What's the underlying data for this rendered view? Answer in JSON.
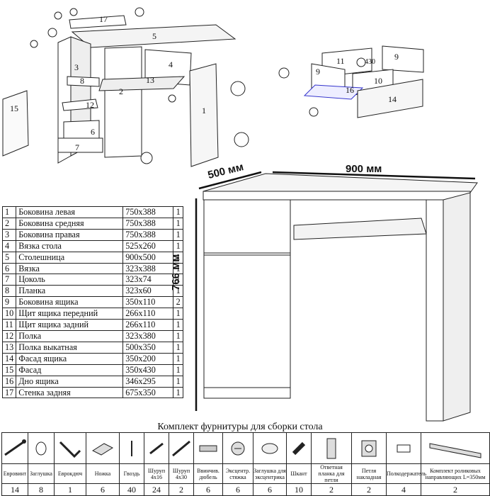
{
  "dimensions": {
    "depth": "500 мм",
    "width": "900 мм",
    "height": "766 мм"
  },
  "parts": [
    {
      "n": "1",
      "name": "Боковина левая",
      "size": "750x388",
      "qty": "1"
    },
    {
      "n": "2",
      "name": "Боковина средняя",
      "size": "750x388",
      "qty": "1"
    },
    {
      "n": "3",
      "name": "Боковина правая",
      "size": "750x388",
      "qty": "1"
    },
    {
      "n": "4",
      "name": "Вязка стола",
      "size": "525x260",
      "qty": "1"
    },
    {
      "n": "5",
      "name": "Столешница",
      "size": "900x500",
      "qty": "1"
    },
    {
      "n": "6",
      "name": "Вязка",
      "size": "323x388",
      "qty": "1"
    },
    {
      "n": "7",
      "name": "Цоколь",
      "size": "323x74",
      "qty": "1"
    },
    {
      "n": "8",
      "name": "Планка",
      "size": "323x60",
      "qty": "1"
    },
    {
      "n": "9",
      "name": "Боковина ящика",
      "size": "350x110",
      "qty": "2"
    },
    {
      "n": "10",
      "name": "Щит ящика передний",
      "size": "266x110",
      "qty": "1"
    },
    {
      "n": "11",
      "name": "Щит ящика задний",
      "size": "266x110",
      "qty": "1"
    },
    {
      "n": "12",
      "name": "Полка",
      "size": "323x380",
      "qty": "1"
    },
    {
      "n": "13",
      "name": "Полка выкатная",
      "size": "500x350",
      "qty": "1"
    },
    {
      "n": "14",
      "name": "Фасад ящика",
      "size": "350x200",
      "qty": "1"
    },
    {
      "n": "15",
      "name": "Фасад",
      "size": "350x430",
      "qty": "1"
    },
    {
      "n": "16",
      "name": "Дно ящика",
      "size": "346x295",
      "qty": "1"
    },
    {
      "n": "17",
      "name": "Стенка задняя",
      "size": "675x350",
      "qty": "1"
    }
  ],
  "labels_explode": [
    "17",
    "5",
    "3",
    "4",
    "8",
    "2",
    "13",
    "12",
    "6",
    "7",
    "15",
    "1"
  ],
  "labels_drawer": [
    "11",
    "9",
    "9",
    "10",
    "16",
    "14",
    "430"
  ],
  "kit": {
    "title": "Комплект фурнитуры для сборки стола",
    "items": [
      {
        "name": "Евровинт",
        "qty": "14",
        "icon": "eurobolt-icon"
      },
      {
        "name": "Заглушка",
        "qty": "8",
        "icon": "cap-icon"
      },
      {
        "name": "Еврокдюч",
        "qty": "1",
        "icon": "hex-key-icon"
      },
      {
        "name": "Ножка",
        "qty": "6",
        "icon": "foot-icon"
      },
      {
        "name": "Гвоздь",
        "qty": "40",
        "icon": "nail-icon"
      },
      {
        "name": "Шуруп 4x16",
        "qty": "24",
        "icon": "screw-short-icon"
      },
      {
        "name": "Шуруп 4x30",
        "qty": "2",
        "icon": "screw-long-icon"
      },
      {
        "name": "Ввинчив. дюбель",
        "qty": "6",
        "icon": "dowel-screw-icon"
      },
      {
        "name": "Эксцентр. стяжка",
        "qty": "6",
        "icon": "cam-lock-icon"
      },
      {
        "name": "Заглушка для эксцентрика",
        "qty": "6",
        "icon": "cam-cap-icon"
      },
      {
        "name": "Шкант",
        "qty": "10",
        "icon": "wood-dowel-icon"
      },
      {
        "name": "Ответная планка для петли",
        "qty": "2",
        "icon": "hinge-plate-icon"
      },
      {
        "name": "Петля накладная",
        "qty": "2",
        "icon": "hinge-icon"
      },
      {
        "name": "Полкодержатель",
        "qty": "4",
        "icon": "shelf-pin-icon"
      },
      {
        "name": "Комплект роликовых направляющих L=350мм",
        "qty": "2",
        "icon": "drawer-slide-icon"
      }
    ]
  }
}
